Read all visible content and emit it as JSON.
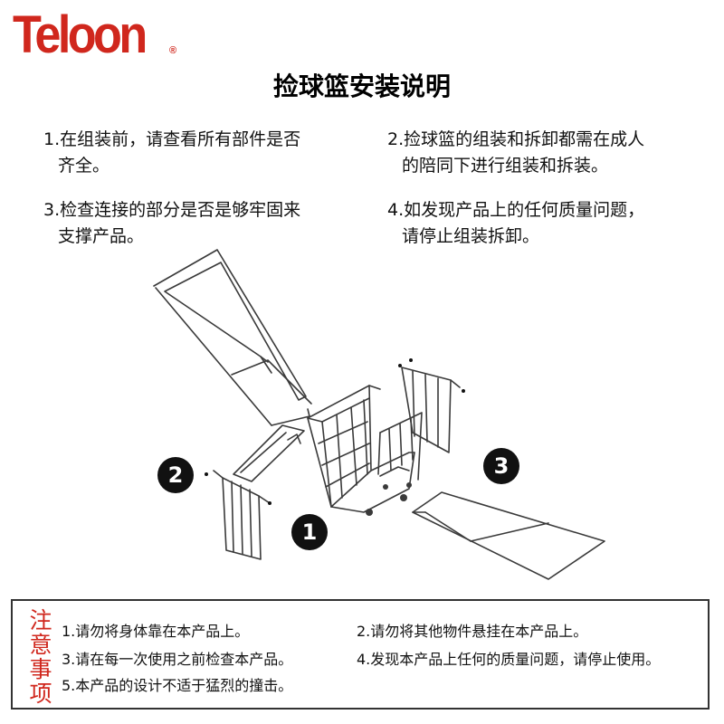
{
  "brand": {
    "logo_text": "Teloon",
    "registered_mark": "®",
    "color": "#d0271d"
  },
  "title": "捡球篮安装说明",
  "steps": [
    {
      "line1": "1.在组装前，请查看所有部件是否",
      "line2": "齐全。"
    },
    {
      "line1": "2.捡球篮的组装和拆卸都需在成人",
      "line2": "的陪同下进行组装和拆装。"
    },
    {
      "line1": "3.检查连接的部分是否是够牢固来",
      "line2": "支撑产品。"
    },
    {
      "line1": "4.如发现产品上的任何质量问题，",
      "line2": "请停止组装拆卸。"
    }
  ],
  "diagram": {
    "labels": [
      "1",
      "2",
      "3"
    ],
    "label_color": "#111111",
    "line_color": "#3a3a3a"
  },
  "notes": {
    "heading": [
      "注",
      "意",
      "事",
      "项"
    ],
    "heading_color": "#d0271d",
    "items": [
      "1.请勿将身体靠在本产品上。",
      "2.请勿将其他物件悬挂在本产品上。",
      "3.请在每一次使用之前检查本产品。",
      "4.发现本产品上任何的质量问题，请停止使用。",
      "5.本产品的设计不适于猛烈的撞击。"
    ]
  }
}
